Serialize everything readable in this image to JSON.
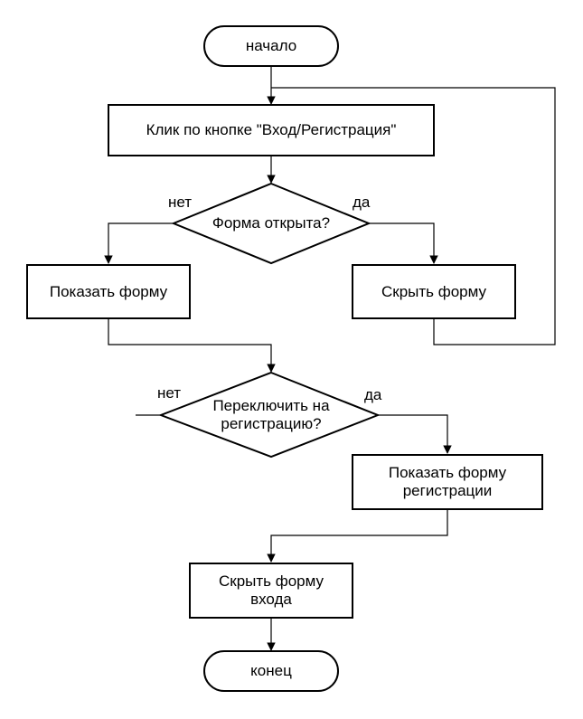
{
  "nodes": {
    "start": "начало",
    "click": "Клик по кнопке \"Вход/Регистрация\"",
    "form_open": "Форма открыта?",
    "show_form": "Показать форму",
    "hide_form": "Скрыть форму",
    "switch_reg": "Переключить на\nрегистрацию?",
    "show_reg": "Показать форму\nрегистрации",
    "hide_login": "Скрыть форму\nвхода",
    "end": "конец"
  },
  "branches": {
    "no1": "нет",
    "yes1": "да",
    "no2": "нет",
    "yes2": "да"
  },
  "colors": {
    "stroke": "#000000",
    "fill": "#ffffff",
    "background": "#ffffff"
  }
}
